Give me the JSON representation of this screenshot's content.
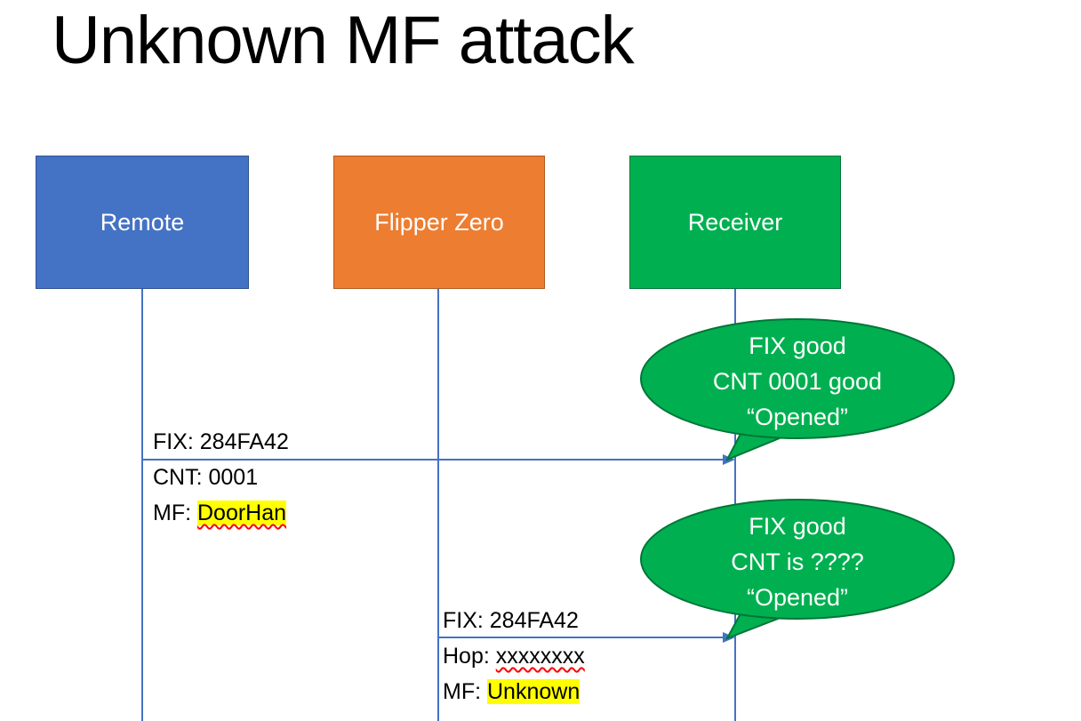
{
  "title": "Unknown MF attack",
  "actors": [
    {
      "label": "Remote",
      "color": "#4472C4"
    },
    {
      "label": "Flipper Zero",
      "color": "#ED7D31"
    },
    {
      "label": "Receiver",
      "color": "#00B050"
    }
  ],
  "messages": [
    {
      "from": "Remote",
      "to": "Receiver",
      "label1": "FIX: 284FA42",
      "label2": "CNT: 0001",
      "label3_prefix": "MF: ",
      "label3_mark": "DoorHan"
    },
    {
      "from": "Flipper Zero",
      "to": "Receiver",
      "label1": "FIX: 284FA42",
      "label2_prefix": "Hop: ",
      "label2_mark": "xxxxxxxx",
      "label3_prefix": "MF: ",
      "label3_mark": "Unknown"
    }
  ],
  "bubbles": [
    {
      "line1": "FIX good",
      "line2": "CNT 0001 good",
      "line3": "“Opened”"
    },
    {
      "line1": "FIX good",
      "line2": "CNT is ????",
      "line3": "“Opened”"
    }
  ],
  "colors": {
    "actor_remote": "#4472C4",
    "actor_flipper": "#ED7D31",
    "actor_receiver": "#00B050",
    "connector": "#4472C4",
    "callout_fill": "#00B050",
    "callout_border": "#007638",
    "highlight": "#FFFF00",
    "squiggle": "#FF0000"
  }
}
